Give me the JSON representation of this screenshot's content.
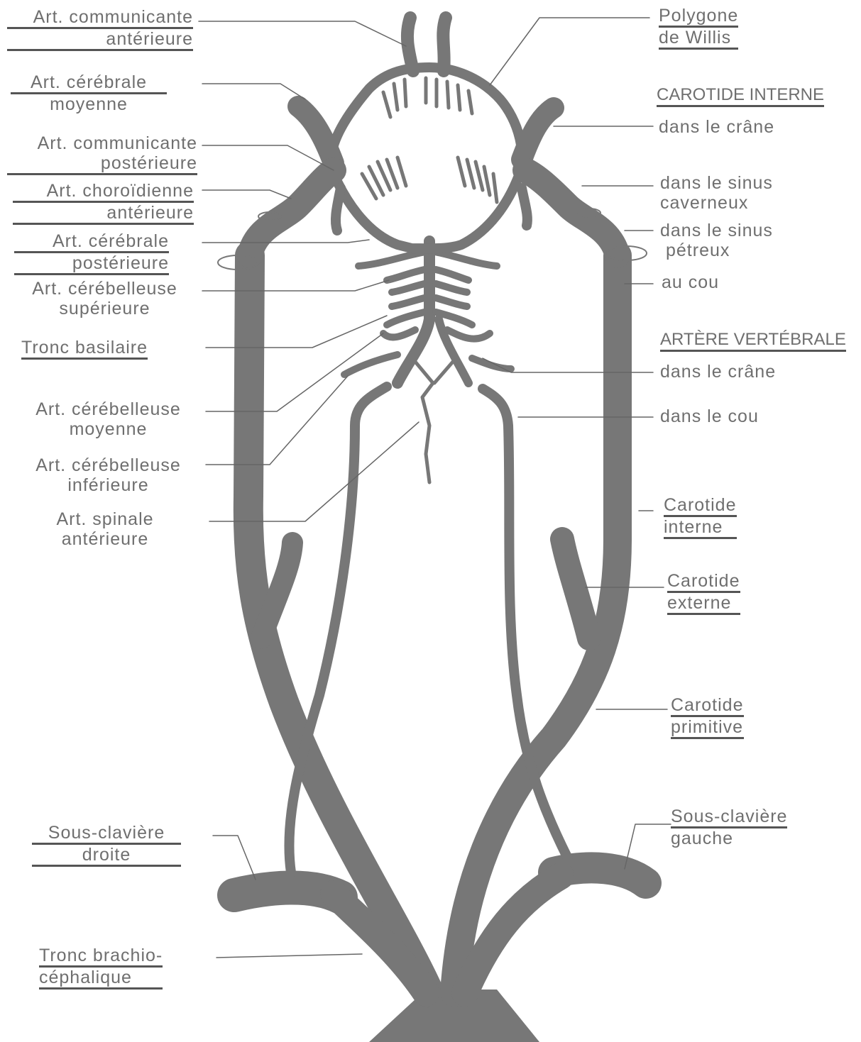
{
  "labels": {
    "left": {
      "art_communicante_anterieure": [
        "Art. communicante",
        "antérieure"
      ],
      "art_cerebrale_moyenne": [
        "Art. cérébrale",
        "moyenne"
      ],
      "art_communicante_posterieure": [
        "Art. communicante",
        "postérieure"
      ],
      "art_choroidienne_anterieure": [
        "Art. choroïdienne",
        "antérieure"
      ],
      "art_cerebrale_posterieure": [
        "Art. cérébrale",
        "postérieure"
      ],
      "art_cerebelleuse_superieure": [
        "Art. cérébelleuse",
        "supérieure"
      ],
      "tronc_basilaire": "Tronc basilaire",
      "art_cerebelleuse_moyenne": [
        "Art. cérébelleuse",
        "moyenne"
      ],
      "art_cerebelleuse_inferieure": [
        "Art. cérébelleuse",
        "inférieure"
      ],
      "art_spinale_anterieure": [
        "Art. spinale",
        "antérieure"
      ],
      "sous_claviere_droite": [
        "Sous-clavière",
        "droite"
      ],
      "tronc_brachio_cephalique": [
        "Tronc brachio-",
        "céphalique"
      ]
    },
    "right": {
      "polygone_de_willis": [
        "Polygone",
        "de Willis"
      ],
      "carotide_interne_heading": "CAROTIDE INTERNE",
      "dans_le_crane": "dans le crâne",
      "dans_le_sinus_caverneux": [
        "dans le sinus",
        "caverneux"
      ],
      "dans_le_sinus_petreux": [
        "dans le sinus",
        "pétreux"
      ],
      "au_cou": "au cou",
      "artere_vertebrale_heading": "ARTÈRE VERTÉBRALE",
      "vert_dans_le_crane": "dans le crâne",
      "vert_dans_le_cou": "dans le cou",
      "carotide_interne": [
        "Carotide",
        "interne"
      ],
      "carotide_externe": [
        "Carotide",
        "externe"
      ],
      "carotide_primitive": [
        "Carotide",
        "primitive"
      ],
      "sous_claviere_gauche": [
        "Sous-clavière",
        "gauche"
      ]
    }
  },
  "colors": {
    "vessel": "#777777",
    "leader_line": "#666666",
    "text": "#6f6f6f",
    "underline": "#555555"
  }
}
